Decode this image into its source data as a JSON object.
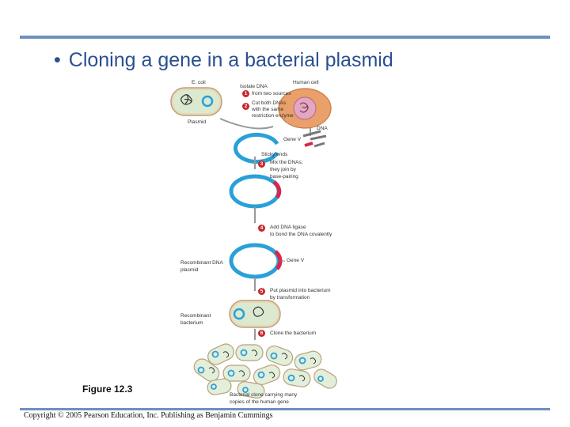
{
  "slide": {
    "bullet": "•",
    "title": "Cloning a gene in a bacterial plasmid",
    "figure_label": "Figure 12.3",
    "copyright": "Copyright © 2005 Pearson Education, Inc. Publishing as Benjamin Cummings"
  },
  "diagram": {
    "ecoli_label": "E. coli",
    "human_cell_label": "Human cell",
    "plasmid_label": "Plasmid",
    "dna_label": "DNA",
    "gene_v_label": "Gene V",
    "sticky_ends_label": "Sticky ends",
    "recombinant_plasmid_label_1": "Recombinant DNA",
    "recombinant_plasmid_label_2": "plasmid",
    "gene_v_label_2": "Gene V",
    "recombinant_bacterium_label_1": "Recombinant",
    "recombinant_bacterium_label_2": "bacterium",
    "clone_caption_1": "Bacterial clone carrying many",
    "clone_caption_2": "copies of the human gene",
    "steps": [
      {
        "number": "1",
        "line1": "Isolate DNA",
        "line2": "from two sources",
        "line3": ""
      },
      {
        "number": "2",
        "line1": "Cut both DNAs",
        "line2": "with the same",
        "line3": "restriction enzyme"
      },
      {
        "number": "3",
        "line1": "Mix the DNAs;",
        "line2": "they join by",
        "line3": "base-pairing"
      },
      {
        "number": "4",
        "line1": "Add DNA ligase",
        "line2": "to bond the DNA covalently",
        "line3": ""
      },
      {
        "number": "5",
        "line1": "Put plasmid into bacterium",
        "line2": "by transformation",
        "line3": ""
      },
      {
        "number": "6",
        "line1": "Clone the bacterium",
        "line2": "",
        "line3": ""
      }
    ],
    "colors": {
      "plasmid": "#2aa0d8",
      "gene": "#d9264f",
      "cell_fill": "#e9a06a",
      "bacterium_fill": "#e3eedb",
      "step_badge": "#c8262c"
    }
  }
}
